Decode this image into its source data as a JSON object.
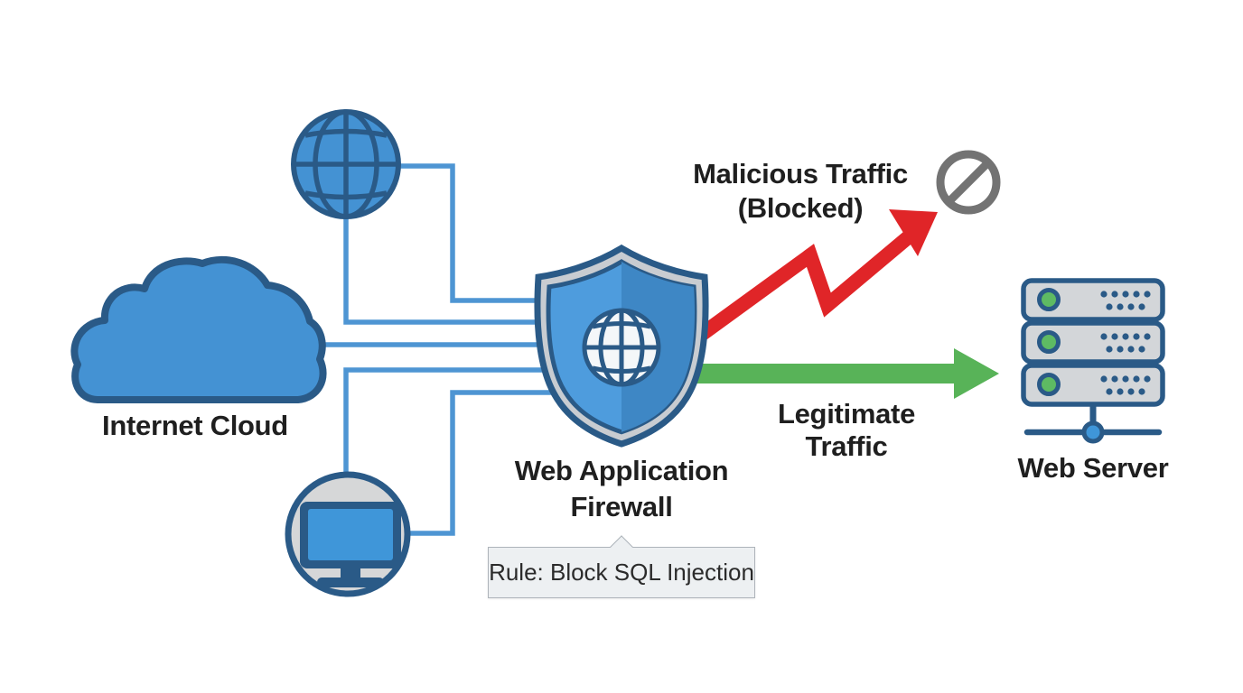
{
  "diagram": {
    "nodes": {
      "internet_cloud": {
        "label": "Internet Cloud",
        "icon": "cloud-icon"
      },
      "globe_client": {
        "icon": "globe-icon"
      },
      "computer_client": {
        "icon": "computer-icon"
      },
      "waf": {
        "label_lines": [
          "Web Application",
          "Firewall"
        ],
        "icon": "shield-globe-icon"
      },
      "web_server": {
        "label": "Web Server",
        "icon": "server-stack-icon"
      }
    },
    "flows": {
      "malicious": {
        "label_lines": [
          "Malicious Traffic",
          "(Blocked)"
        ],
        "icon": "no-entry-icon"
      },
      "legitimate": {
        "label_lines": [
          "Legitimate",
          "Traffic"
        ]
      }
    },
    "callout": {
      "text": "Rule: Block SQL Injection"
    }
  },
  "colors": {
    "background": "#ffffff",
    "connector_blue": "#4e95d3",
    "node_blue": "#4492d3",
    "outline_navy": "#2a5a87",
    "silver": "#c8ccd1",
    "shield_blue_light": "#4e9cdd",
    "shield_blue_dark": "#3e87c5",
    "globe_white": "#f4f7f9",
    "monitor_gray": "#d6d7d8",
    "server_gray": "#d3d6d9",
    "led_green": "#5eba63",
    "node_dot_blue": "#3f96d9",
    "red": "#e02528",
    "green": "#58b358",
    "blocked_gray": "#737373",
    "text_dark": "#1f1f1f",
    "tooltip_bg": "#edf0f2",
    "tooltip_border": "#aeb4ba"
  }
}
